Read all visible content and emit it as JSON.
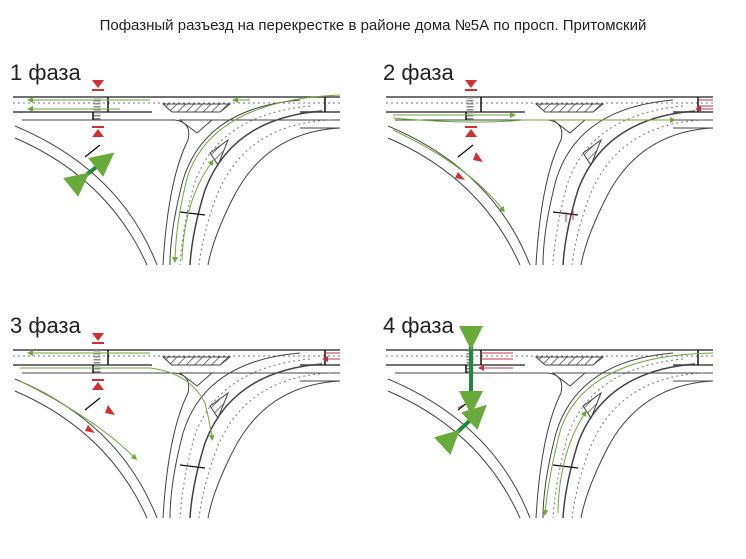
{
  "title": "Пофазный разъезд на перекрестке в районе дома №5А по просп. Притомский",
  "phases": [
    {
      "label": "1 фаза"
    },
    {
      "label": "2 фаза"
    },
    {
      "label": "3 фаза"
    },
    {
      "label": "4 фаза"
    }
  ],
  "colors": {
    "road": "#444444",
    "flow": "#6aaa3a",
    "stop": "#d0302f",
    "pedestrian_go": "#1f8a3a"
  }
}
